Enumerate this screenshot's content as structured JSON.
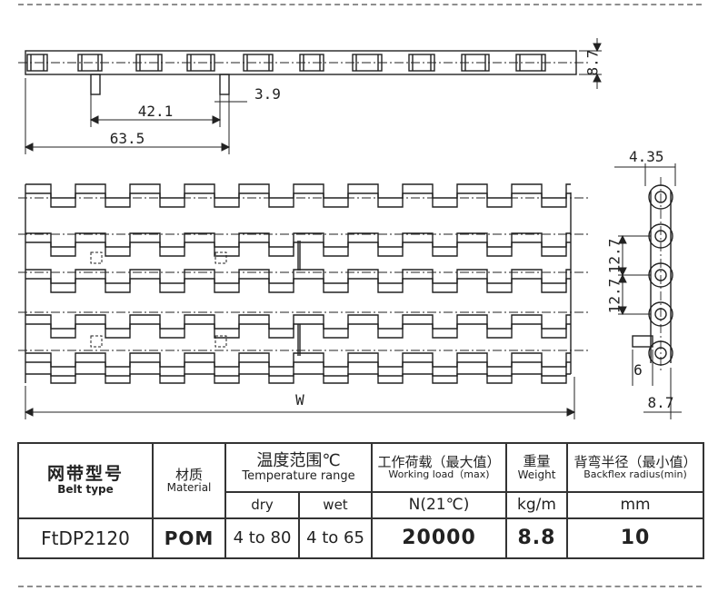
{
  "dimensions": {
    "thickness": "8.7",
    "hinge": "3.9",
    "pitch": "42.1",
    "module": "63.5",
    "knuckle": "4.35",
    "pitch_upper": "12.7",
    "pitch_lower": "12.7",
    "foot": "6",
    "height": "8.7",
    "width": "W"
  },
  "table": {
    "belt_type_zh": "网带型号",
    "belt_type_en": "Belt type",
    "material_zh": "材质",
    "material_en": "Material",
    "temp_zh": "温度范围℃",
    "temp_en": "Temperature range",
    "load_zh": "工作荷载（最大值）",
    "load_en": "Working load（max)",
    "weight_zh": "重量",
    "weight_en": "Weight",
    "backflex_zh": "背弯半径（最小值）",
    "backflex_en": "Backflex radius(min)",
    "dry_label": "dry",
    "wet_label": "wet",
    "load_unit": "N(21℃)",
    "weight_unit": "kg/m",
    "backflex_unit": "mm",
    "row": {
      "model": "FtDP2120",
      "material": "POM",
      "dry": "4 to 80",
      "wet": "4 to 65",
      "load": "20000",
      "weight": "8.8",
      "backflex": "10"
    }
  }
}
